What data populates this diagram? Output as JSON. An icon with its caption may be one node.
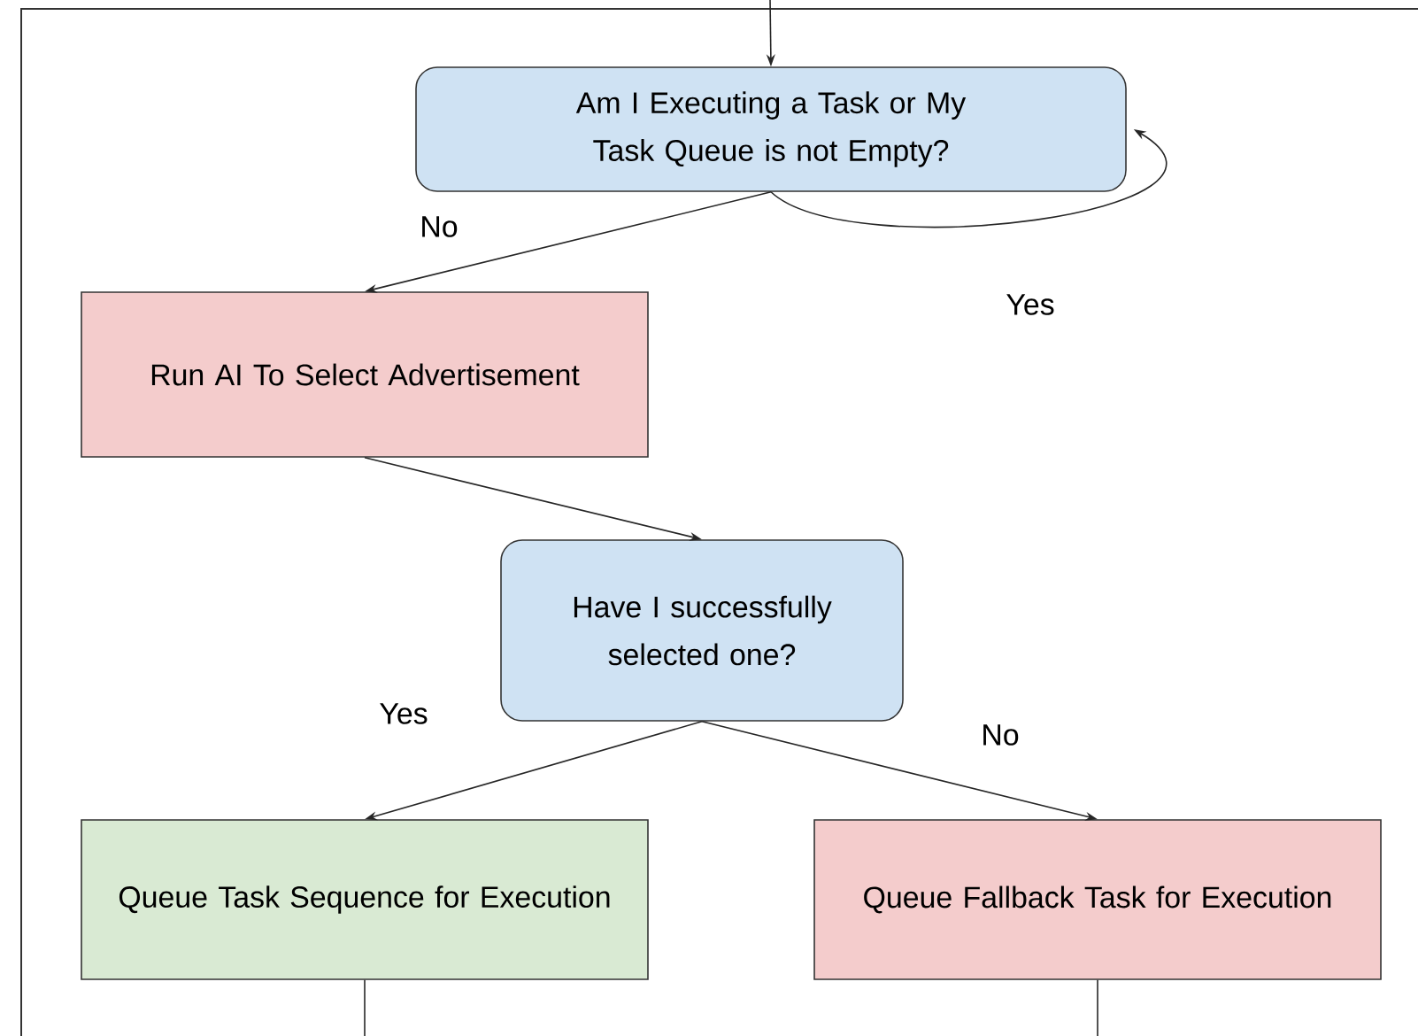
{
  "diagram": {
    "nodes": [
      {
        "text": [
          "Am I Executing a Task or My Task Queue is not Empty?"
        ]
      },
      {
        "text": [
          "Run AI To Select Advertisement"
        ]
      },
      {
        "text": [
          "Have I successfully selected one?"
        ]
      },
      {
        "text": [
          "Queue Task Sequence for Execution"
        ]
      },
      {
        "text": [
          "Queue Fallback Task for Execution"
        ]
      }
    ],
    "edges": [
      {
        "from": null,
        "to": 0,
        "arrow": "to"
      },
      {
        "from": 0,
        "to": 0,
        "arrow": "to",
        "label": "Yes"
      },
      {
        "from": 0,
        "to": 1,
        "arrow": "to",
        "label": "No"
      },
      {
        "from": 1,
        "to": 2,
        "arrow": "to"
      },
      {
        "from": 2,
        "to": 3,
        "arrow": "to",
        "label": "Yes"
      },
      {
        "from": 2,
        "to": 4,
        "arrow": "to",
        "label": "No"
      },
      {
        "from": 3,
        "to": null,
        "arrow": "none"
      },
      {
        "from": 4,
        "to": null,
        "arrow": "none"
      }
    ]
  }
}
